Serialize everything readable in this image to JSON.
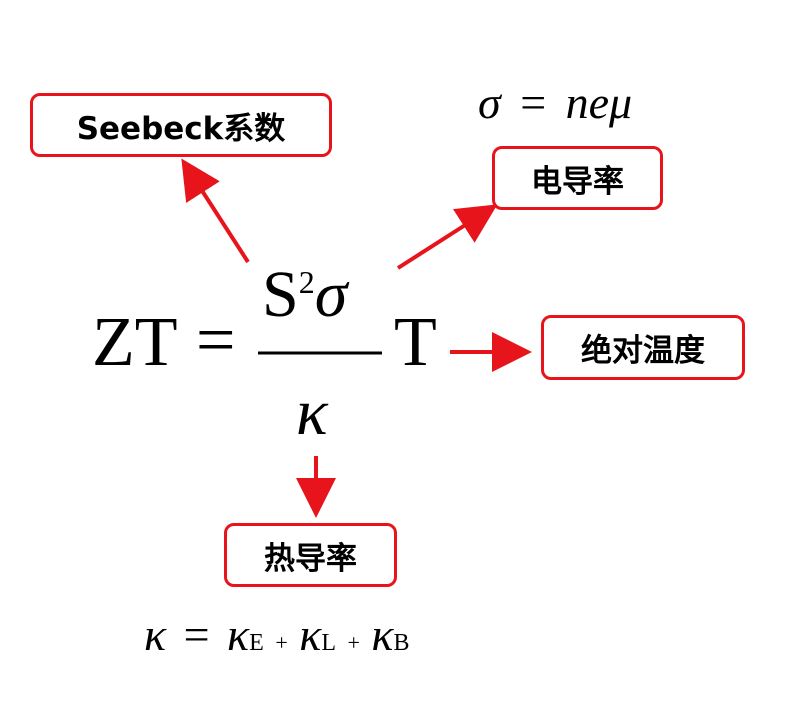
{
  "labels": {
    "seebeck": "Seebeck系数",
    "conductivity": "电导率",
    "abs_temp": "绝对温度",
    "thermal_cond": "热导率"
  },
  "formula_main": {
    "lhs": "ZT",
    "eq": "=",
    "num_s": "S",
    "num_exp": "2",
    "num_sigma": "σ",
    "den": "κ",
    "t": "T"
  },
  "formula_sigma": {
    "sigma": "σ",
    "eq": "=",
    "rhs": "neμ"
  },
  "formula_kappa": {
    "k": "κ",
    "eq": "=",
    "k1": "κ",
    "s1": "E",
    "plus1": "+",
    "k2": "κ",
    "s2": "L",
    "plus2": "+",
    "k3": "κ",
    "s3": "B"
  },
  "colors": {
    "accent": "#e8141c"
  }
}
